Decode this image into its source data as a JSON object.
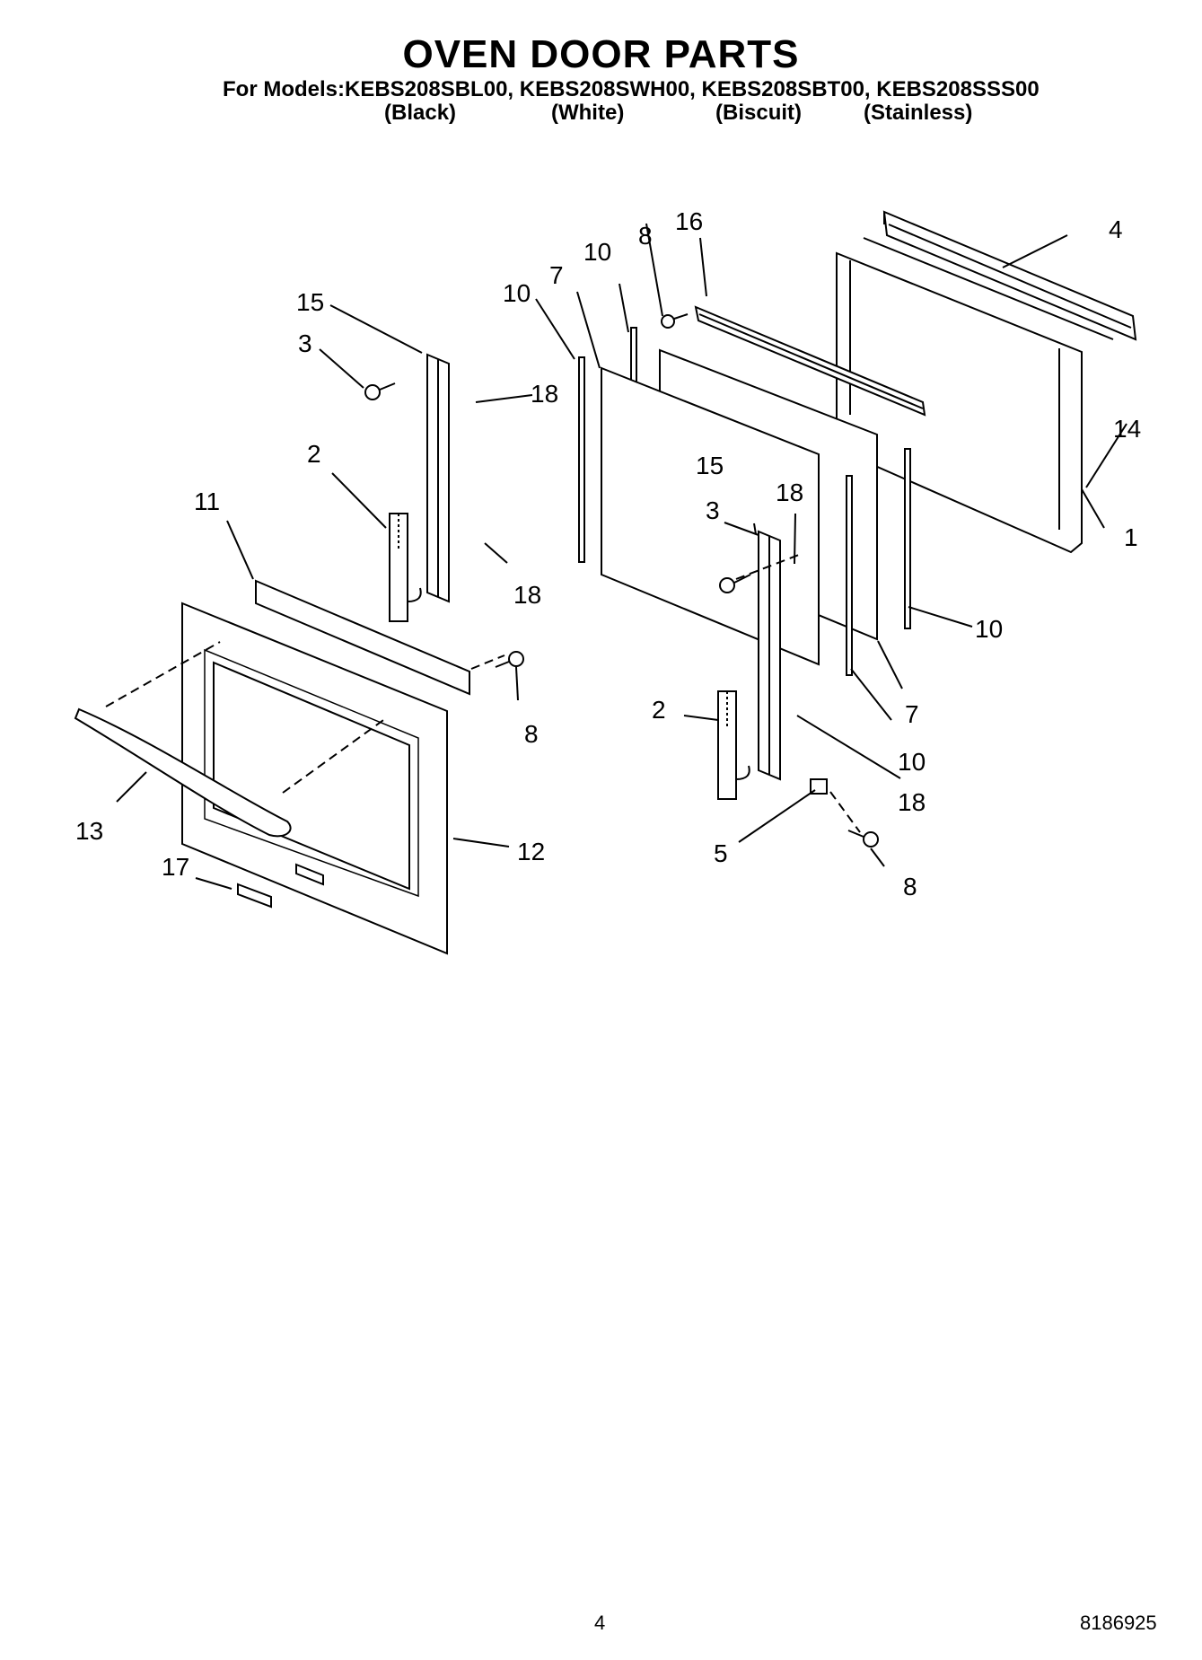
{
  "header": {
    "title": "OVEN DOOR PARTS",
    "models_line": "For Models:KEBS208SBL00, KEBS208SWH00, KEBS208SBT00, KEBS208SSS00",
    "variants": [
      "(Black)",
      "(White)",
      "(Biscuit)",
      "(Stainless)"
    ]
  },
  "callouts": {
    "c16": "16",
    "c4": "4",
    "c8a": "8",
    "c10a": "10",
    "c7a": "7",
    "c10b": "10",
    "c15a": "15",
    "c3a": "3",
    "c18a": "18",
    "c2a": "2",
    "c18b": "18",
    "c11": "11",
    "c14": "14",
    "c1": "1",
    "c15b": "15",
    "c18c": "18",
    "c3b": "3",
    "c10c": "10",
    "c7b": "7",
    "c8b": "8",
    "c2b": "2",
    "c10d": "10",
    "c18d": "18",
    "c13": "13",
    "c12": "12",
    "c17": "17",
    "c5": "5",
    "c8c": "8"
  },
  "footer": {
    "page_number": "4",
    "doc_number": "8186925"
  }
}
